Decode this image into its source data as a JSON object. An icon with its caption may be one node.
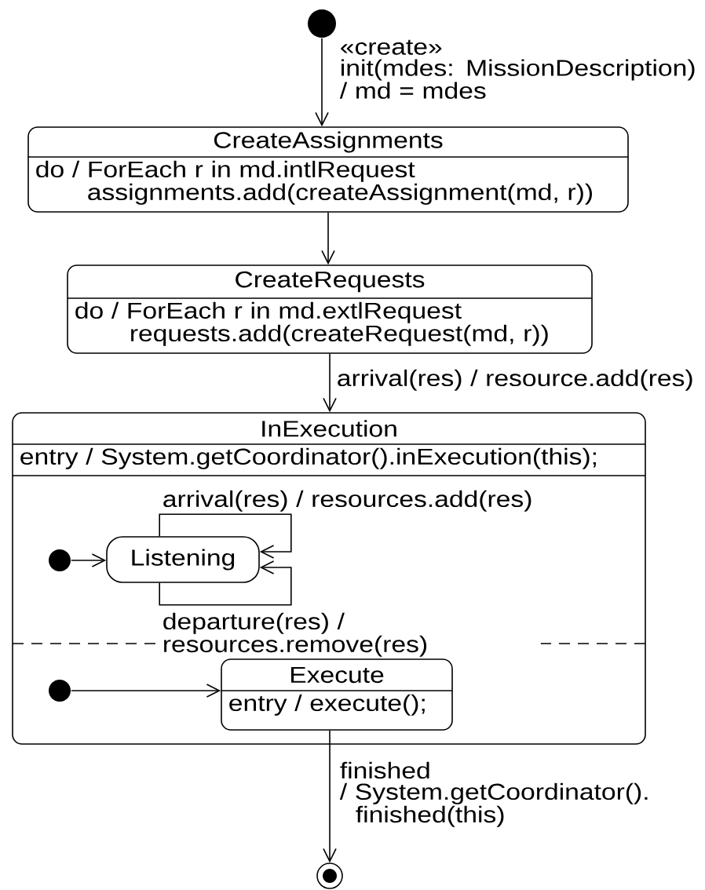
{
  "diagram": {
    "nodes": [
      {
        "text": [],
        "shape": "circle"
      },
      {
        "text": [
          "CreateAssignments",
          "do / ForEach r in md.intlRequest assignments.add(createAssignment(md, r))"
        ]
      },
      {
        "text": [
          "CreateRequests",
          "do / ForEach r in md.extlRequest requests.add(createRequest(md, r))"
        ]
      },
      {
        "text": [
          "InExecution",
          "entry / System.getCoordinator().inExecution(this);"
        ]
      },
      {
        "text": [],
        "shape": "circle",
        "in": 3
      },
      {
        "text": [
          "Listening"
        ],
        "in": 3
      },
      {
        "text": [],
        "shape": "circle",
        "in": 3
      },
      {
        "text": [
          "Execute",
          "entry / execute();"
        ],
        "in": 3
      },
      {
        "text": [],
        "shape": "circle"
      }
    ],
    "edges": [
      {
        "from": 0,
        "to": 1,
        "arrow": "to",
        "label": "«create» init(mdes: MissionDescription) / md = mdes"
      },
      {
        "from": 1,
        "to": 2,
        "arrow": "to"
      },
      {
        "from": 2,
        "to": 3,
        "arrow": "to",
        "label": "arrival(res) / resource.add(res)"
      },
      {
        "from": 4,
        "to": 5,
        "arrow": "to"
      },
      {
        "from": 5,
        "to": 5,
        "arrow": "to",
        "label": "arrival(res) / resources.add(res)"
      },
      {
        "from": 5,
        "to": 5,
        "arrow": "to",
        "label": "departure(res) / resources.remove(res)"
      },
      {
        "from": 6,
        "to": 7,
        "arrow": "to"
      },
      {
        "from": 7,
        "to": 8,
        "arrow": "to",
        "label": "finished / System.getCoordinator(). finished(this)"
      }
    ]
  }
}
